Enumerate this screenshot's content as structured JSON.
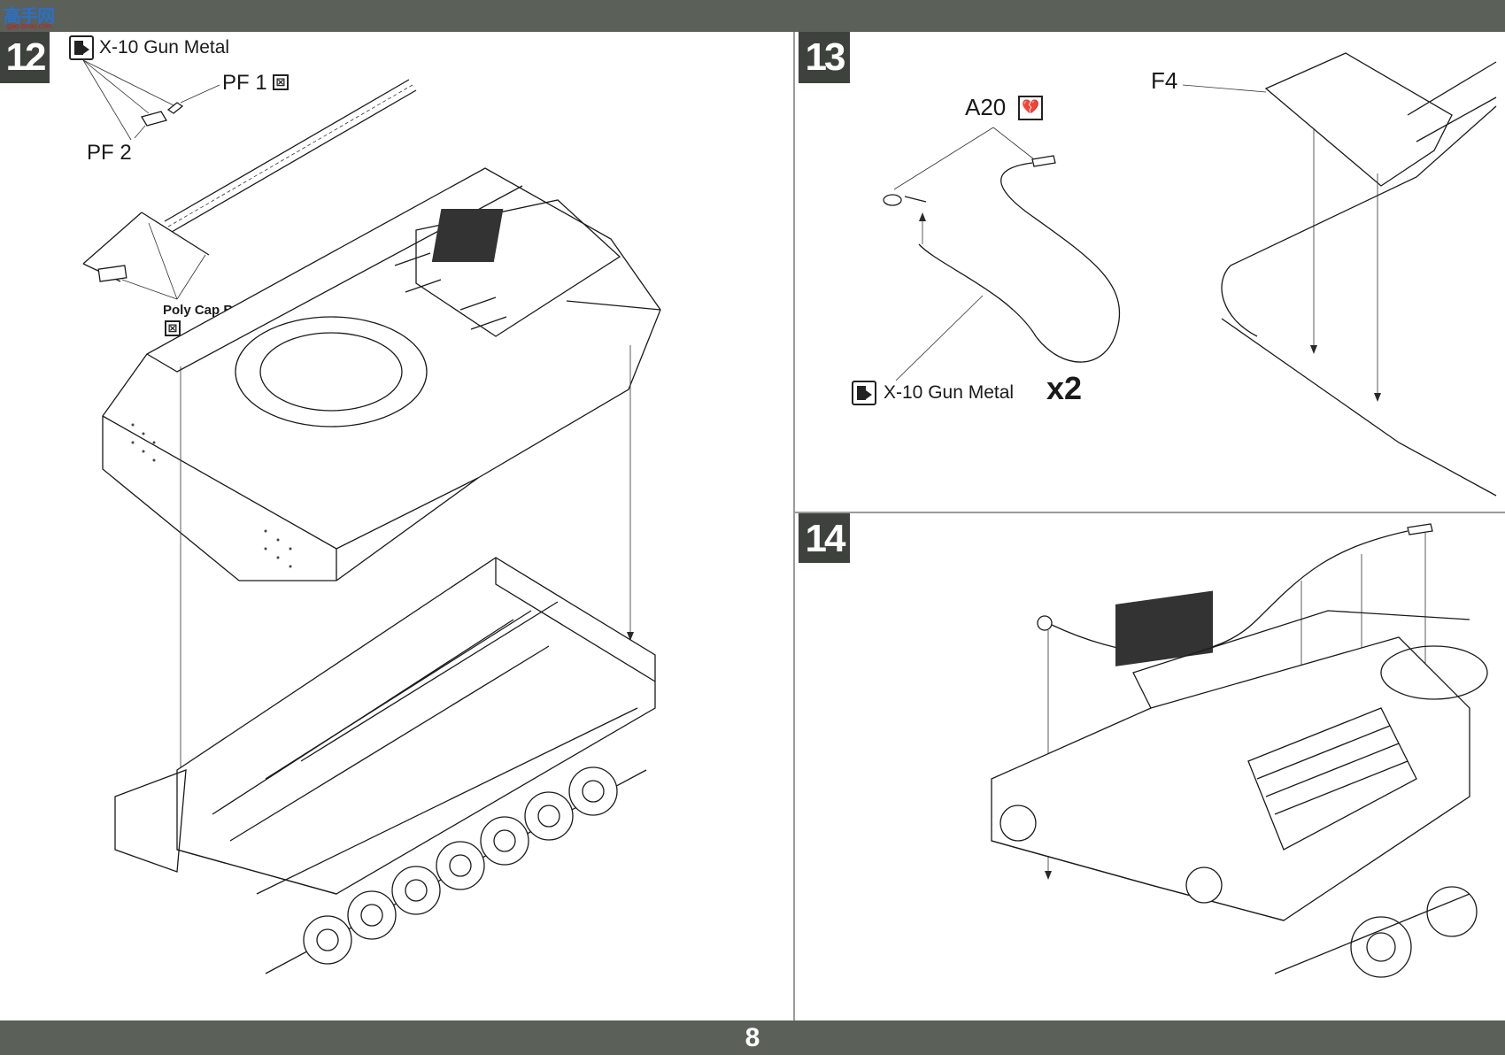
{
  "page_number": "8",
  "watermark": {
    "text": "高手网",
    "url": "gao-shou.com"
  },
  "step12": {
    "number": "12",
    "paint": "X-10 Gun Metal",
    "parts": {
      "pf1": "PF 1",
      "pf2": "PF 2",
      "polycap": "Poly Cap B"
    },
    "pf1_symbol": "⊠",
    "polycap_symbol": "⊠"
  },
  "step13": {
    "number": "13",
    "part_a20": "A20",
    "a20_symbol": "💔",
    "paint": "X-10 Gun Metal",
    "quantity": "x2",
    "part_f4": "F4"
  },
  "step14": {
    "number": "14"
  },
  "colors": {
    "bar": "#5b6058",
    "step_badge": "#3e423d",
    "line": "#1a1a1a"
  }
}
